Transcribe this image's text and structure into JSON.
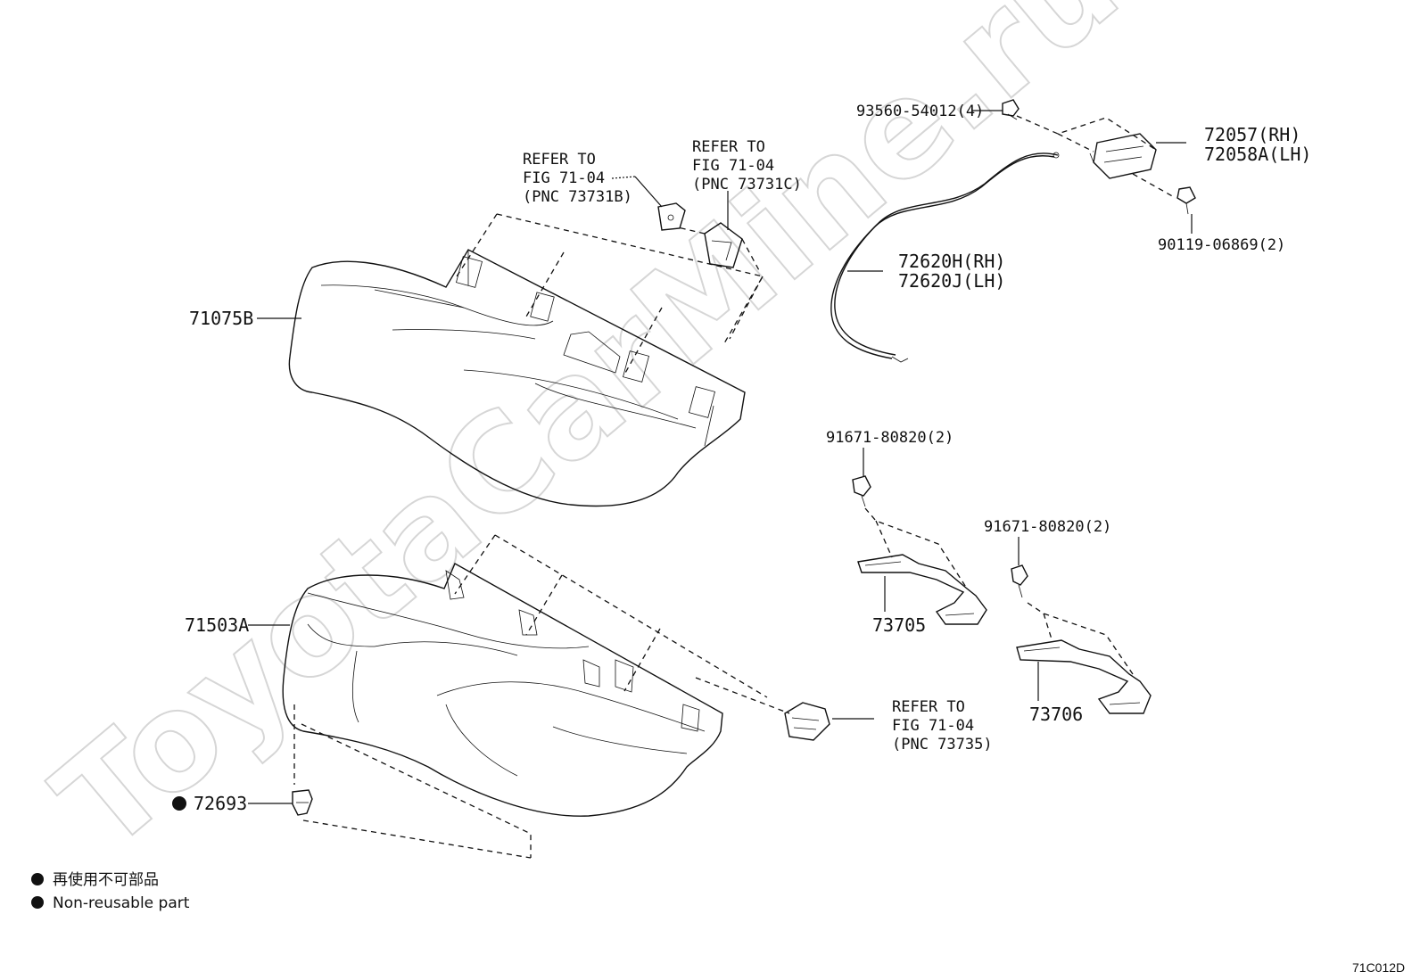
{
  "watermark": "ToyotaCarMine.ru",
  "labels": {
    "seatback_cover": "71075B",
    "cushion_cover": "71503A",
    "clip": "72693",
    "bolt_top": "93560-54012(4)",
    "lock_rh": "72057(RH)",
    "lock_lh": "72058A(LH)",
    "bolt_lock": "90119-06869(2)",
    "cable_rh": "72620H(RH)",
    "cable_lh": "72620J(LH)",
    "bolt_hook_1": "91671-80820(2)",
    "bolt_hook_2": "91671-80820(2)",
    "hook_1": "73705",
    "hook_2": "73706"
  },
  "refer_notes": {
    "note_b": {
      "line1": "REFER TO",
      "line2": "FIG 71-04",
      "line3": "(PNC 73731B)"
    },
    "note_c": {
      "line1": "REFER TO",
      "line2": "FIG 71-04",
      "line3": "(PNC 73731C)"
    },
    "note_35": {
      "line1": "REFER TO",
      "line2": "FIG 71-04",
      "line3": "(PNC 73735)"
    }
  },
  "legend": {
    "line_jp": "再使用不可部品",
    "line_en": "Non-reusable part"
  },
  "figure_id": "71C012D"
}
